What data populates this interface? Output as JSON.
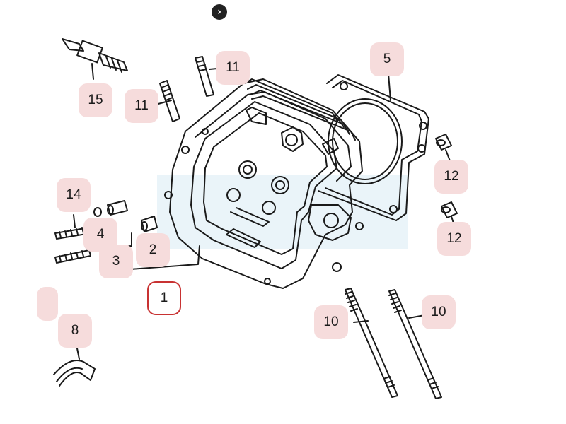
{
  "nav": {
    "arrow_glyph": "›",
    "icon": "chevron-right-icon"
  },
  "callouts": {
    "c15": "15",
    "c11a": "11",
    "c11b": "11",
    "c5": "5",
    "c12a": "12",
    "c12b": "12",
    "c14": "14",
    "c4": "4",
    "c3": "3",
    "c2": "2",
    "c1": "1",
    "c8": "8",
    "c10a": "10",
    "c10b": "10"
  },
  "colors": {
    "callout_bg": "#f6dcdc",
    "selected_border": "#c83232",
    "line_art": "#1a1a1a",
    "highlight_band": "#e6f2f8"
  },
  "selected_part": "1"
}
